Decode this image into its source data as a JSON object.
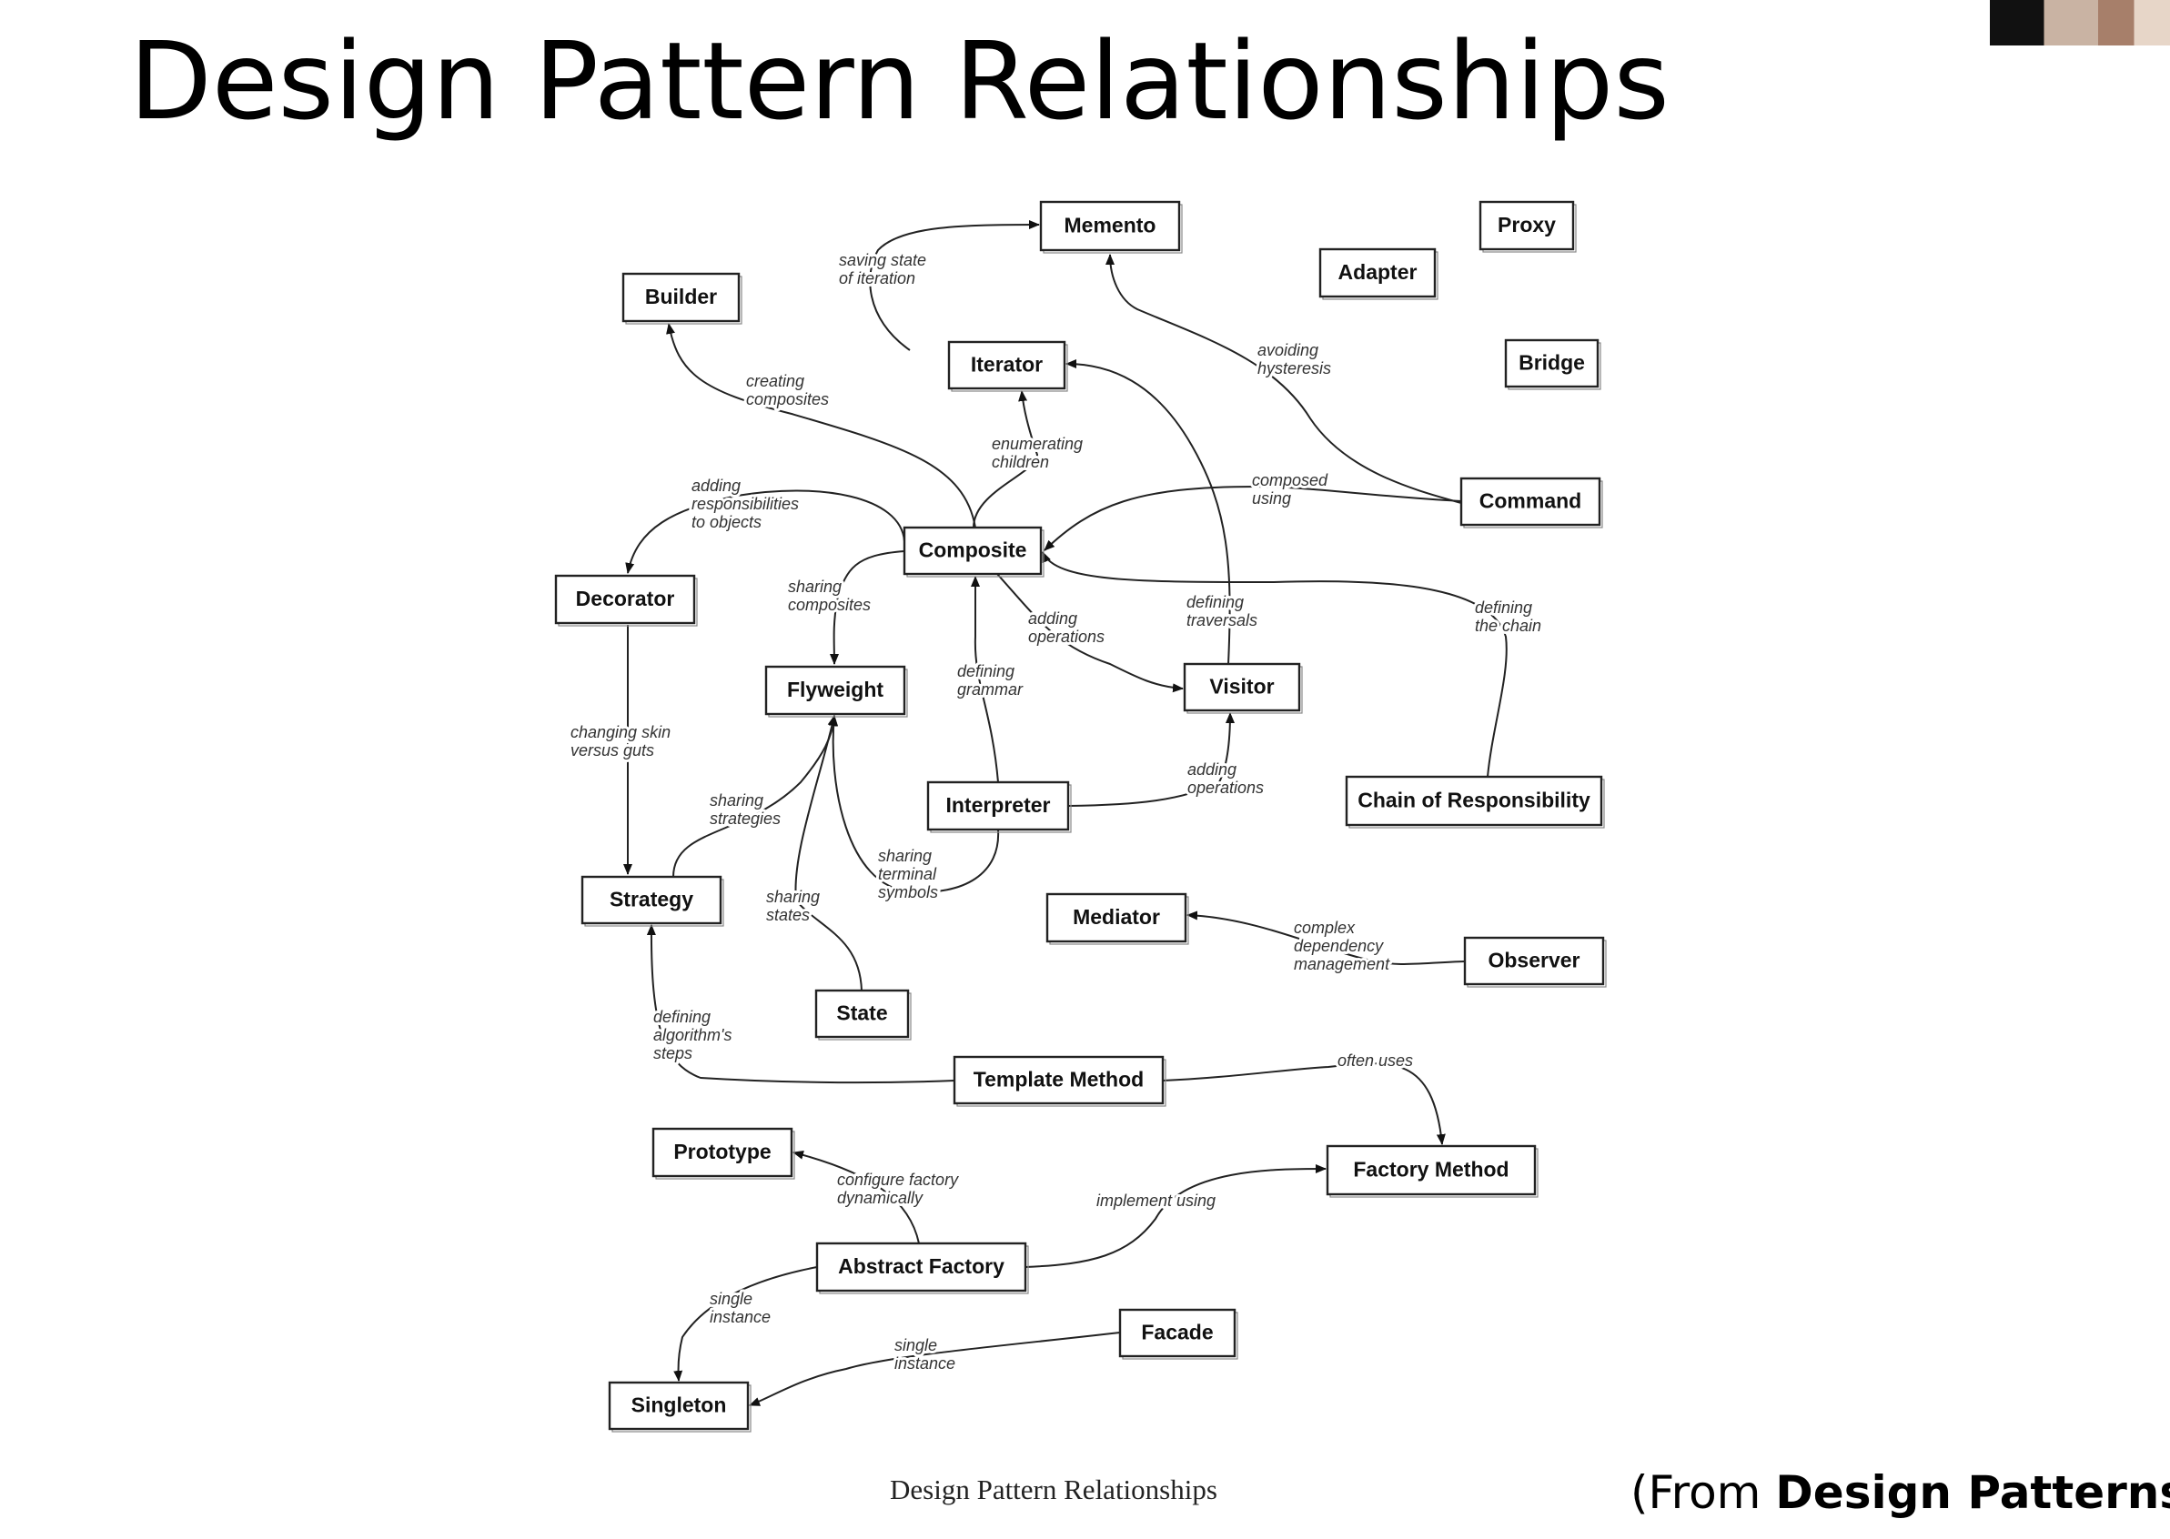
{
  "slide": {
    "title": "Design Pattern Relationships",
    "caption": "Design Pattern Relationships",
    "source_prefix": "(From ",
    "source_book": "Design Patterns",
    "source_suffix": ")"
  },
  "diagram": {
    "patterns": [
      {
        "id": "memento",
        "label": "Memento"
      },
      {
        "id": "proxy",
        "label": "Proxy"
      },
      {
        "id": "adapter",
        "label": "Adapter"
      },
      {
        "id": "builder",
        "label": "Builder"
      },
      {
        "id": "iterator",
        "label": "Iterator"
      },
      {
        "id": "bridge",
        "label": "Bridge"
      },
      {
        "id": "command",
        "label": "Command"
      },
      {
        "id": "composite",
        "label": "Composite"
      },
      {
        "id": "decorator",
        "label": "Decorator"
      },
      {
        "id": "flyweight",
        "label": "Flyweight"
      },
      {
        "id": "visitor",
        "label": "Visitor"
      },
      {
        "id": "interpreter",
        "label": "Interpreter"
      },
      {
        "id": "chain",
        "label": "Chain of Responsibility"
      },
      {
        "id": "strategy",
        "label": "Strategy"
      },
      {
        "id": "mediator",
        "label": "Mediator"
      },
      {
        "id": "observer",
        "label": "Observer"
      },
      {
        "id": "state",
        "label": "State"
      },
      {
        "id": "template",
        "label": "Template Method"
      },
      {
        "id": "prototype",
        "label": "Prototype"
      },
      {
        "id": "factory_method",
        "label": "Factory Method"
      },
      {
        "id": "abstract_factory",
        "label": "Abstract Factory"
      },
      {
        "id": "facade",
        "label": "Facade"
      },
      {
        "id": "singleton",
        "label": "Singleton"
      }
    ],
    "relationships": [
      {
        "id": "iterator-memento",
        "from": "Iterator",
        "to": "Memento",
        "label": [
          "saving state",
          "of iteration"
        ]
      },
      {
        "id": "command-memento",
        "from": "Command",
        "to": "Memento",
        "label": [
          "avoiding",
          "hysteresis"
        ]
      },
      {
        "id": "composite-builder",
        "from": "Composite",
        "to": "Builder",
        "label": [
          "creating",
          "composites"
        ]
      },
      {
        "id": "composite-iterator",
        "from": "Composite",
        "to": "Iterator",
        "label": [
          "enumerating",
          "children"
        ]
      },
      {
        "id": "command-composite",
        "from": "Command",
        "to": "Composite",
        "label": [
          "composed",
          "using"
        ]
      },
      {
        "id": "composite-decorator",
        "from": "Composite",
        "to": "Decorator",
        "label": [
          "adding",
          "responsibilities",
          "to objects"
        ]
      },
      {
        "id": "composite-flyweight",
        "from": "Composite",
        "to": "Flyweight",
        "label": [
          "sharing",
          "composites"
        ]
      },
      {
        "id": "composite-visitor",
        "from": "Composite",
        "to": "Visitor",
        "label": [
          "adding",
          "operations"
        ]
      },
      {
        "id": "visitor-iterator",
        "from": "Visitor",
        "to": "Iterator",
        "label": [
          "defining",
          "traversals"
        ]
      },
      {
        "id": "chain-composite",
        "from": "Chain of Responsibility",
        "to": "Composite",
        "label": [
          "defining",
          "the chain"
        ]
      },
      {
        "id": "interpreter-composite",
        "from": "Interpreter",
        "to": "Composite",
        "label": [
          "defining",
          "grammar"
        ]
      },
      {
        "id": "interpreter-visitor",
        "from": "Interpreter",
        "to": "Visitor",
        "label": [
          "adding",
          "operations"
        ]
      },
      {
        "id": "decorator-strategy",
        "from": "Decorator",
        "to": "Strategy",
        "label": [
          "changing skin",
          "versus guts"
        ]
      },
      {
        "id": "strategy-flyweight",
        "from": "Strategy",
        "to": "Flyweight",
        "label": [
          "sharing",
          "strategies"
        ]
      },
      {
        "id": "interpreter-flyweight",
        "from": "Interpreter",
        "to": "Flyweight",
        "label": [
          "sharing",
          "terminal",
          "symbols"
        ]
      },
      {
        "id": "state-flyweight",
        "from": "State",
        "to": "Flyweight",
        "label": [
          "sharing",
          "states"
        ]
      },
      {
        "id": "observer-mediator",
        "from": "Observer",
        "to": "Mediator",
        "label": [
          "complex",
          "dependency",
          "management"
        ]
      },
      {
        "id": "template-strategy",
        "from": "Template Method",
        "to": "Strategy",
        "label": [
          "defining",
          "algorithm's",
          "steps"
        ]
      },
      {
        "id": "template-factory",
        "from": "Template Method",
        "to": "Factory Method",
        "label": [
          "often uses"
        ]
      },
      {
        "id": "abstract-prototype",
        "from": "Abstract Factory",
        "to": "Prototype",
        "label": [
          "configure factory",
          "dynamically"
        ]
      },
      {
        "id": "abstract-factory-method",
        "from": "Abstract Factory",
        "to": "Factory Method",
        "label": [
          "implement using"
        ]
      },
      {
        "id": "abstract-singleton",
        "from": "Abstract Factory",
        "to": "Singleton",
        "label": [
          "single",
          "instance"
        ]
      },
      {
        "id": "facade-singleton",
        "from": "Facade",
        "to": "Singleton",
        "label": [
          "single",
          "instance"
        ]
      }
    ]
  }
}
